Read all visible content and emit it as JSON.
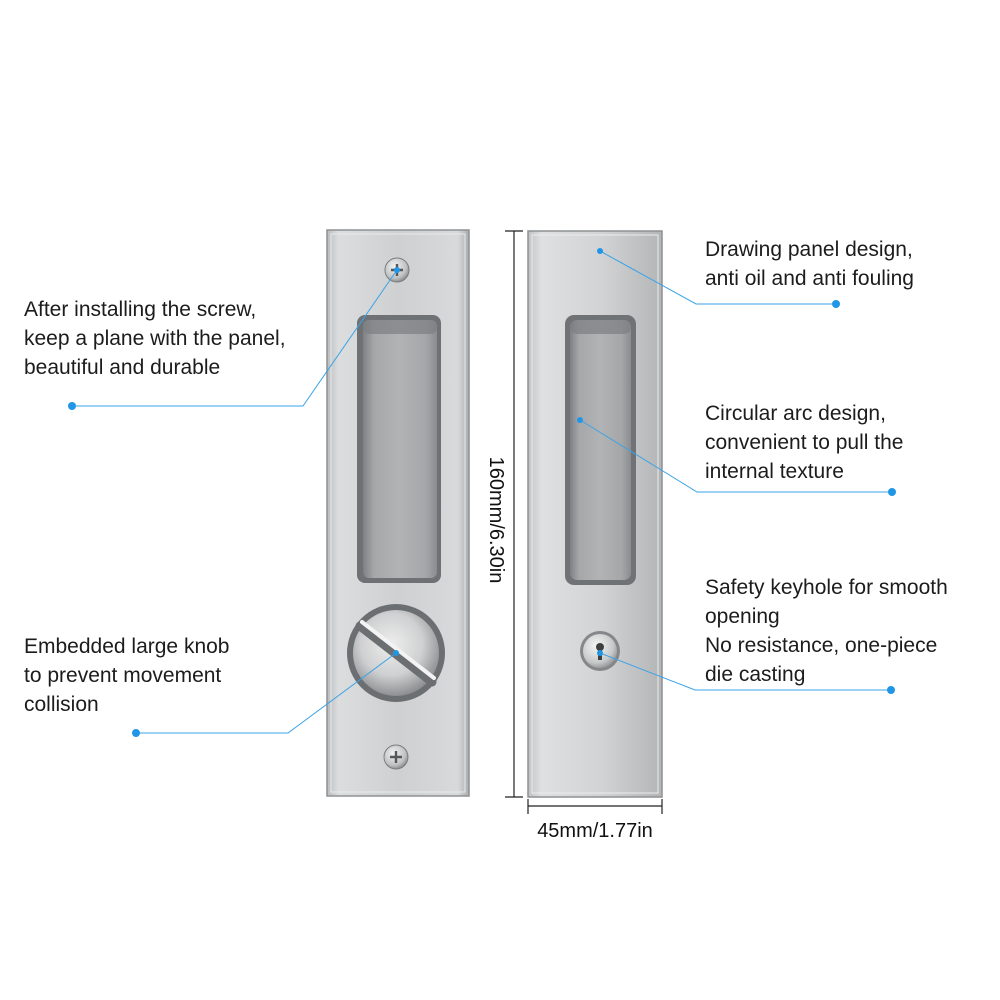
{
  "dimensions": {
    "height": "160mm/6.30in",
    "width": "45mm/1.77in"
  },
  "callouts": {
    "screw": [
      "After installing the screw,",
      "keep a plane with the panel,",
      "beautiful and durable"
    ],
    "knob": [
      "Embedded large knob",
      "to prevent movement",
      "collision"
    ],
    "panel": [
      "Drawing panel design,",
      "anti oil and anti fouling"
    ],
    "arc": [
      "Circular arc design,",
      "convenient to pull the",
      "internal texture"
    ],
    "keyhole": [
      "Safety keyhole for smooth",
      "opening",
      "No resistance, one-piece",
      "die casting"
    ]
  },
  "colors": {
    "callout_line": "#3aa3e8",
    "callout_dot": "#2196e6",
    "plate_light": "#d7d8d9",
    "plate_mid": "#c2c4c5",
    "plate_dark": "#9fa2a4",
    "recess_texture": "#a8aaab"
  },
  "icons": [
    "screw-icon",
    "thumb-turn-knob-icon",
    "keyhole-icon"
  ]
}
